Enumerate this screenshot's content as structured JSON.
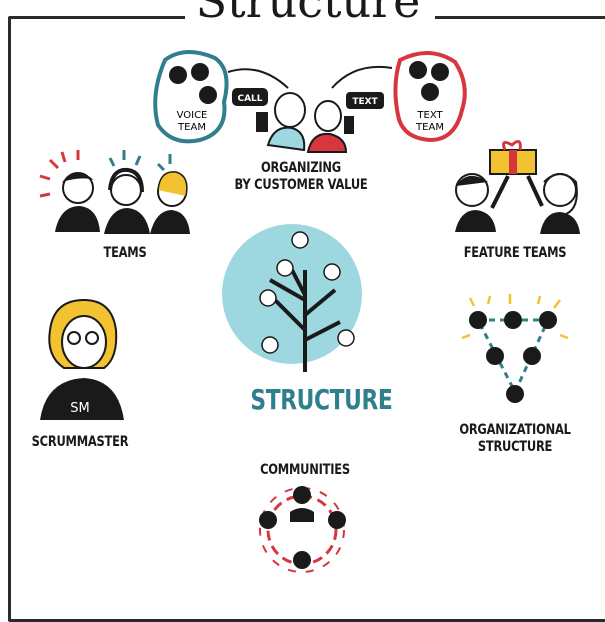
{
  "title": "Structure",
  "center_label": "STRUCTURE",
  "labels": {
    "voice_team": [
      "VOICE",
      "TEAM"
    ],
    "call": "CALL",
    "text": "TEXT",
    "text_team": [
      "TEXT",
      "TEAM"
    ],
    "organizing": [
      "ORGANIZING",
      "BY CUSTOMER VALUE"
    ],
    "teams": "TEAMS",
    "feature_teams": "FEATURE TEAMS",
    "sm": "SM",
    "scrummaster": "SCRUMMASTER",
    "organizational": [
      "ORGANIZATIONAL",
      "STRUCTURE"
    ],
    "communities": "COMMUNITIES"
  },
  "colors": {
    "teal": "#2f7f8c",
    "light_teal": "#9dd7df",
    "red": "#d8363f",
    "yellow": "#f3c230",
    "ink": "#1a1a1a"
  },
  "icons": [
    "voice-team-blob",
    "text-team-blob",
    "phone-person-icon",
    "tree-icon",
    "gift-icon",
    "triangle-network-icon",
    "community-circle-icon"
  ]
}
